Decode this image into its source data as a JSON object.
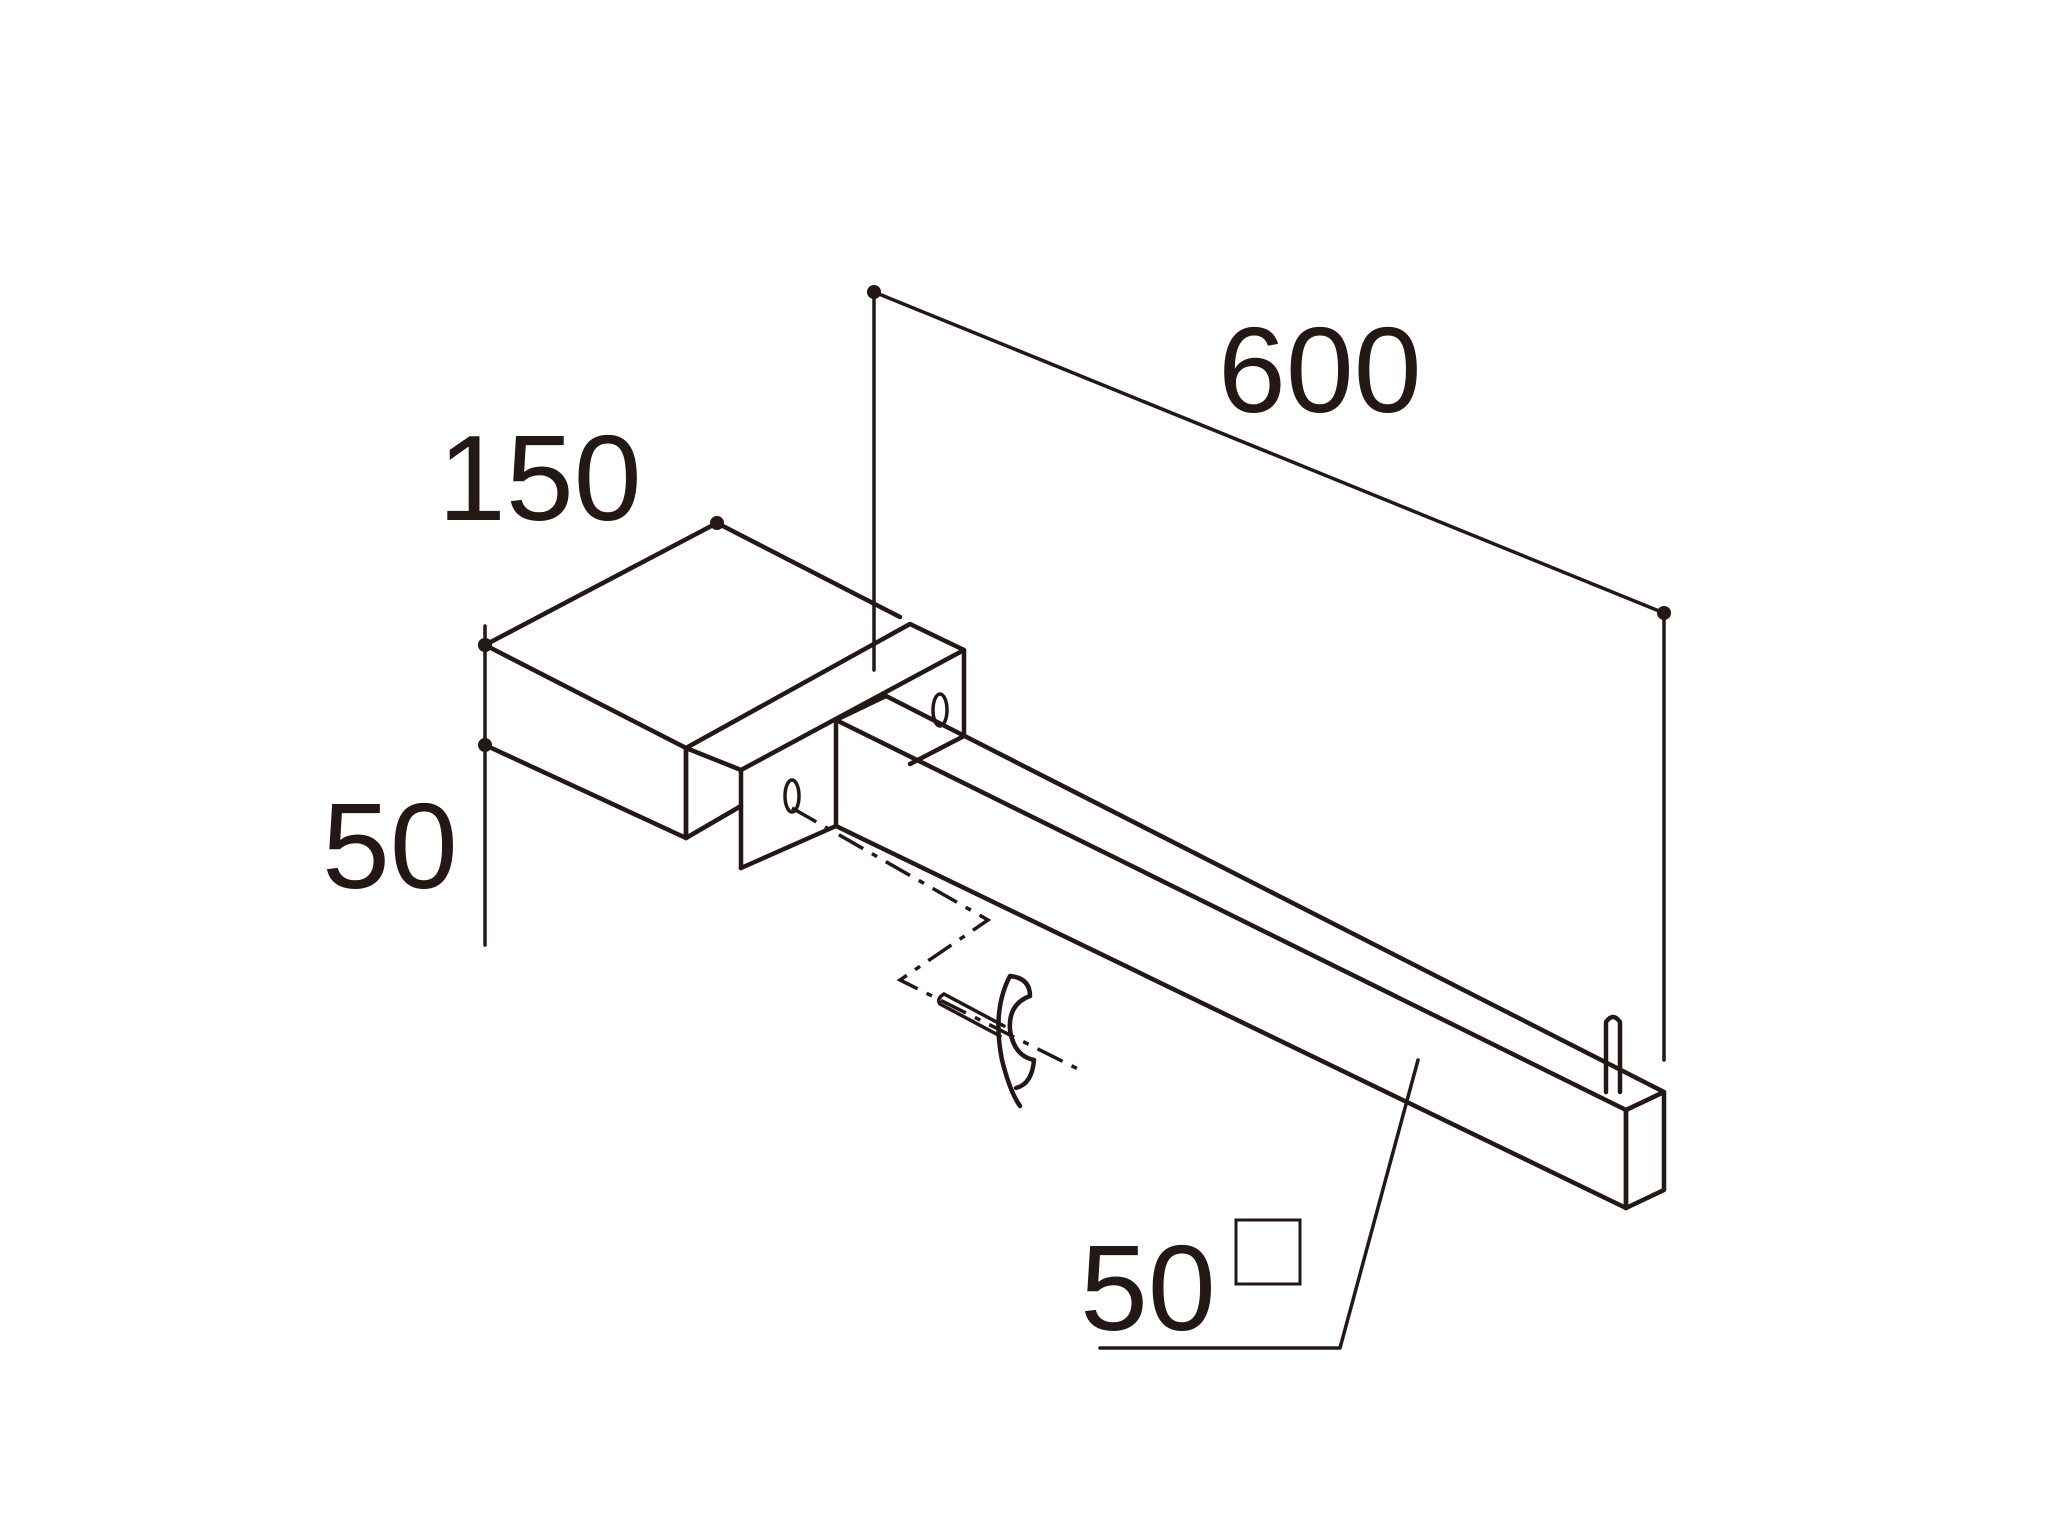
{
  "drawing": {
    "dimensions": {
      "length": "600",
      "depth": "150",
      "height": "50",
      "section": "50"
    },
    "section_symbol": "square",
    "line_color": "#231815",
    "background": "#ffffff"
  }
}
